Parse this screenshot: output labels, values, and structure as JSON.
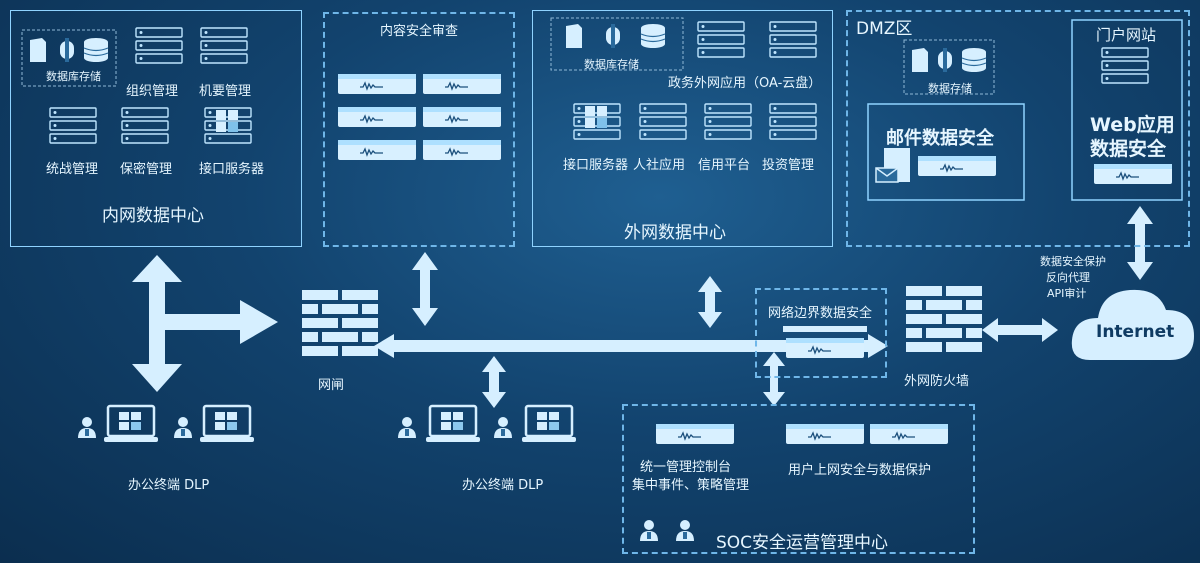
{
  "colors": {
    "background": "#12436e",
    "accent": "#8fd3ff",
    "icon_fill": "#d6efff"
  },
  "inner_dc": {
    "title": "内网数据中心",
    "db_storage": "数据库存储",
    "org_mgmt": "组织管理",
    "secret_mgmt": "机要管理",
    "united_front": "统战管理",
    "confidential": "保密管理",
    "api_server": "接口服务器"
  },
  "content_audit": {
    "title": "内容安全审查"
  },
  "outer_dc": {
    "title": "外网数据中心",
    "db_storage": "数据库存储",
    "gov_app": "政务外网应用（OA-云盘）",
    "api_server": "接口服务器",
    "hr_app": "人社应用",
    "credit": "信用平台",
    "invest": "投资管理"
  },
  "dmz": {
    "title": "DMZ区",
    "data_storage": "数据存储",
    "mail_security": "邮件数据安全",
    "portal": "门户网站",
    "web_security_line1": "Web应用",
    "web_security_line2": "数据安全"
  },
  "network": {
    "gateway": "网闸",
    "boundary": "网络边界数据安全",
    "firewall": "外网防火墙",
    "internet": "Internet",
    "protect_line1": "数据安全保护",
    "protect_line2": "反向代理",
    "protect_line3": "API审计"
  },
  "endpoints": {
    "dlp_left": "办公终端 DLP",
    "dlp_mid": "办公终端 DLP"
  },
  "soc": {
    "title": "SOC安全运营管理中心",
    "console_line1": "统一管理控制台",
    "console_line2": "集中事件、策略管理",
    "user_protect": "用户上网安全与数据保护"
  },
  "icons": [
    "document-icon",
    "database-icon",
    "server-rack-icon",
    "appliance-icon",
    "firewall-brick-icon",
    "cloud-icon",
    "user-icon",
    "laptop-icon",
    "mail-icon",
    "double-arrow-icon"
  ]
}
